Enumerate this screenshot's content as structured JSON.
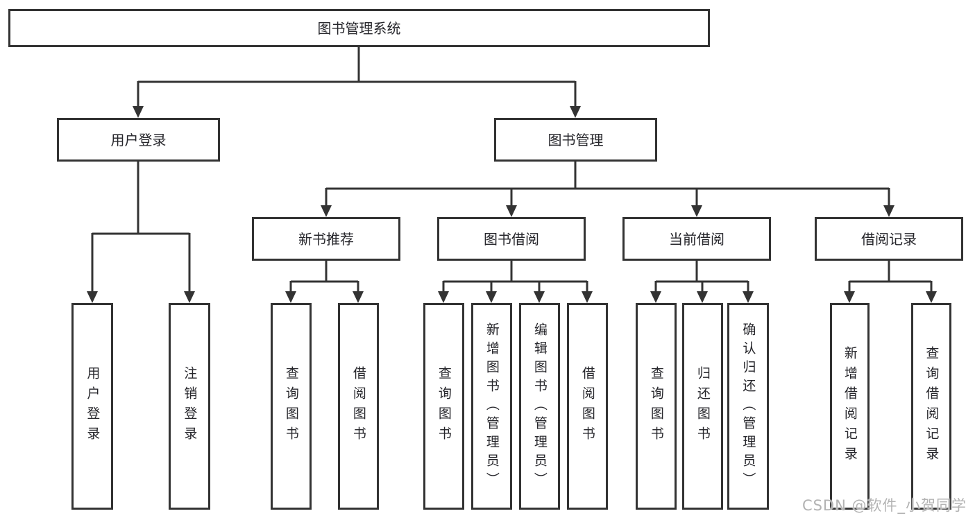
{
  "tree": {
    "root": "图书管理系统",
    "branches": [
      {
        "label": "用户登录",
        "children": [
          "用户登录",
          "注销登录"
        ]
      },
      {
        "label": "图书管理",
        "sections": [
          {
            "label": "新书推荐",
            "children": [
              "查询图书",
              "借阅图书"
            ]
          },
          {
            "label": "图书借阅",
            "children": [
              "查询图书",
              "新增图书（管理员）",
              "编辑图书（管理员）",
              "借阅图书"
            ]
          },
          {
            "label": "当前借阅",
            "children": [
              "查询图书",
              "归还图书",
              "确认归还（管理员）"
            ]
          },
          {
            "label": "借阅记录",
            "children": [
              "新增借阅记录",
              "查询借阅记录"
            ]
          }
        ]
      }
    ]
  },
  "watermark": {
    "text": "CSDN @软件_小贺同学"
  },
  "colors": {
    "line": "#333333",
    "text": "#26262b",
    "background": "#ffffff",
    "watermark": "#b3b3b3"
  }
}
